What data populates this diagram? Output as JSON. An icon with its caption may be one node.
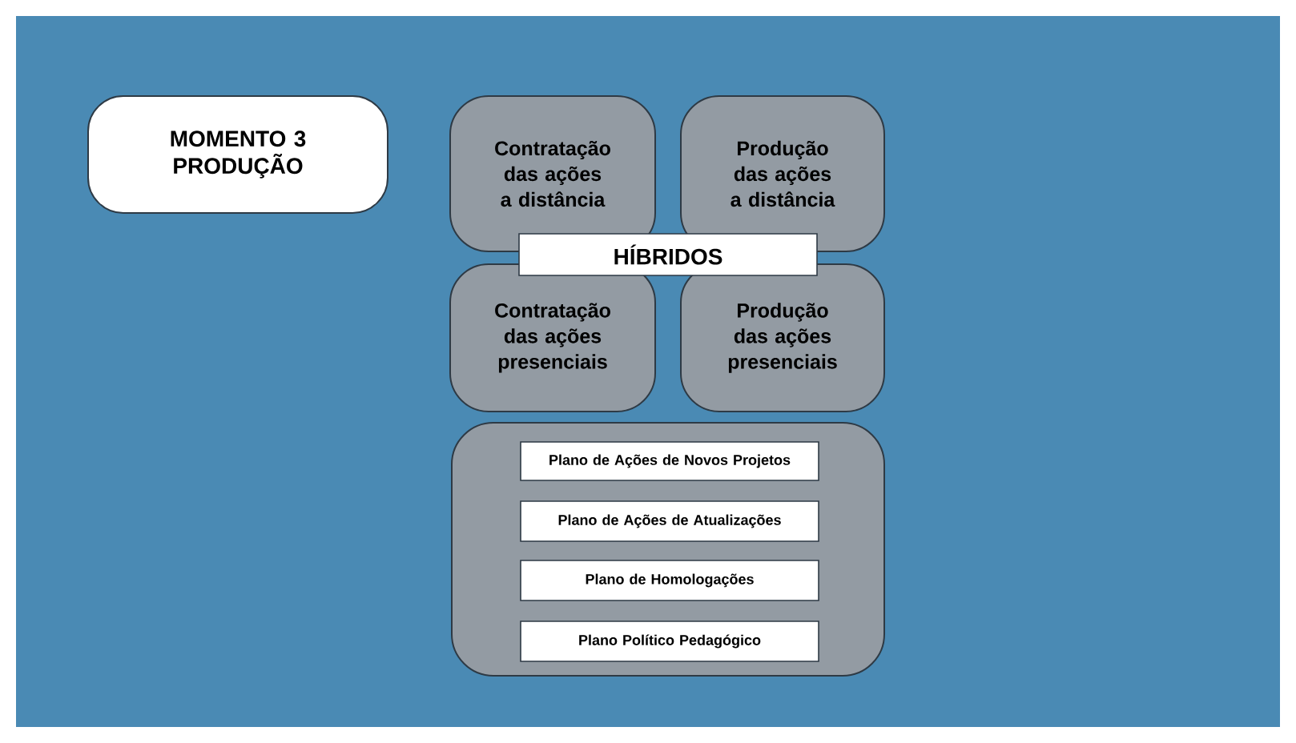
{
  "diagram": {
    "nodes": [
      {
        "text": [
          "MOMENTO 3 PRODUÇÃO"
        ]
      },
      {
        "text": [
          "Contratação das ações a distância"
        ]
      },
      {
        "text": [
          "Produção das ações a distância"
        ]
      },
      {
        "text": [
          "Contratação das ações presenciais"
        ]
      },
      {
        "text": [
          "Produção das ações presenciais"
        ]
      },
      {
        "text": [
          "HÍBRIDOS"
        ]
      },
      {
        "text": [],
        "shape": "box"
      },
      {
        "text": [
          "Plano de Ações de Novos Projetos"
        ],
        "in": 6
      },
      {
        "text": [
          "Plano de Ações de Atualizações"
        ],
        "in": 6
      },
      {
        "text": [
          "Plano de Homologações"
        ],
        "in": 6
      },
      {
        "text": [
          "Plano Político Pedagógico"
        ],
        "in": 6
      }
    ]
  }
}
